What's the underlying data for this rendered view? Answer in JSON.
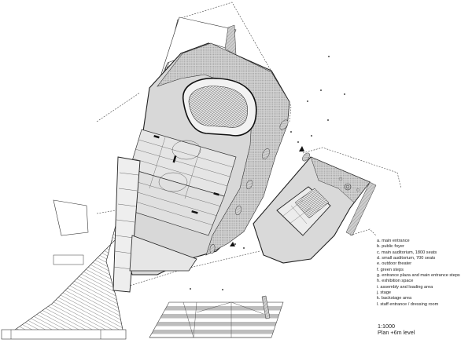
{
  "drawing": {
    "type": "architectural floor plan",
    "scale_label": "1:1000",
    "level_label": "Plan +6m level",
    "colors": {
      "line": "#333333",
      "hatch_fill": "#b8b8b8",
      "light_fill": "#d9d9d9",
      "background": "#ffffff",
      "north_arrow": "#111111"
    }
  },
  "legend": {
    "items": [
      {
        "key": "a",
        "label": "a. main entrance"
      },
      {
        "key": "b",
        "label": "b. public foyer"
      },
      {
        "key": "c",
        "label": "c. main auditorium, 1800 seats"
      },
      {
        "key": "d",
        "label": "d. small auditorium, 700 seats"
      },
      {
        "key": "e",
        "label": "e. outdoor theater"
      },
      {
        "key": "f",
        "label": "f.  green steps"
      },
      {
        "key": "g",
        "label": "g. entrance plaza and main entrance steps"
      },
      {
        "key": "h",
        "label": "h. exhibition space"
      },
      {
        "key": "i",
        "label": "i.  assembly and loading area"
      },
      {
        "key": "j",
        "label": "j.  stage"
      },
      {
        "key": "k",
        "label": "k. backstage area"
      },
      {
        "key": "l",
        "label": "l.  staff entrance / dressing room"
      }
    ]
  },
  "icons": {
    "north_arrow": "triangle-marker"
  }
}
